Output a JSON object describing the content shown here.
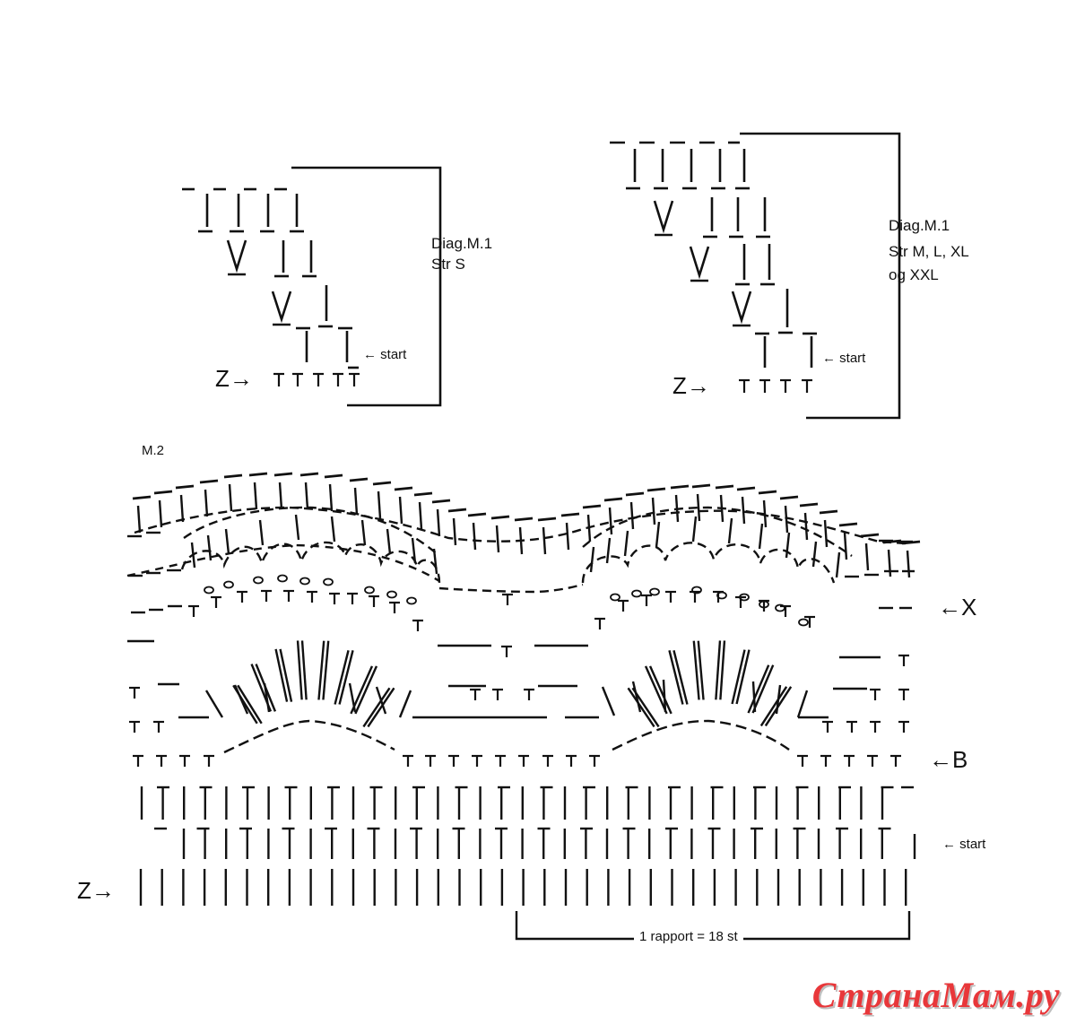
{
  "diagrams": [
    {
      "id": "m1-small",
      "label_lines": [
        "Diag.M.1",
        "Str S"
      ],
      "start_label": "← start",
      "z_label": "Z→"
    },
    {
      "id": "m1-large",
      "label_lines": [
        "Diag.M.1",
        "Str M, L, XL",
        "og XXL"
      ],
      "start_label": "← start",
      "z_label": "Z→"
    },
    {
      "id": "m2",
      "title": "M.2",
      "markers": {
        "x": "←X",
        "b": "←B",
        "start": "← start"
      },
      "z_label": "Z→",
      "repeat_label": "1 rapport = 18 st"
    }
  ],
  "watermark": "СтранаМам.ру",
  "symbol_legend_icons": [
    "chain-stitch-dash",
    "double-crochet-bar",
    "v-stitch",
    "treble-t",
    "picot-o"
  ]
}
